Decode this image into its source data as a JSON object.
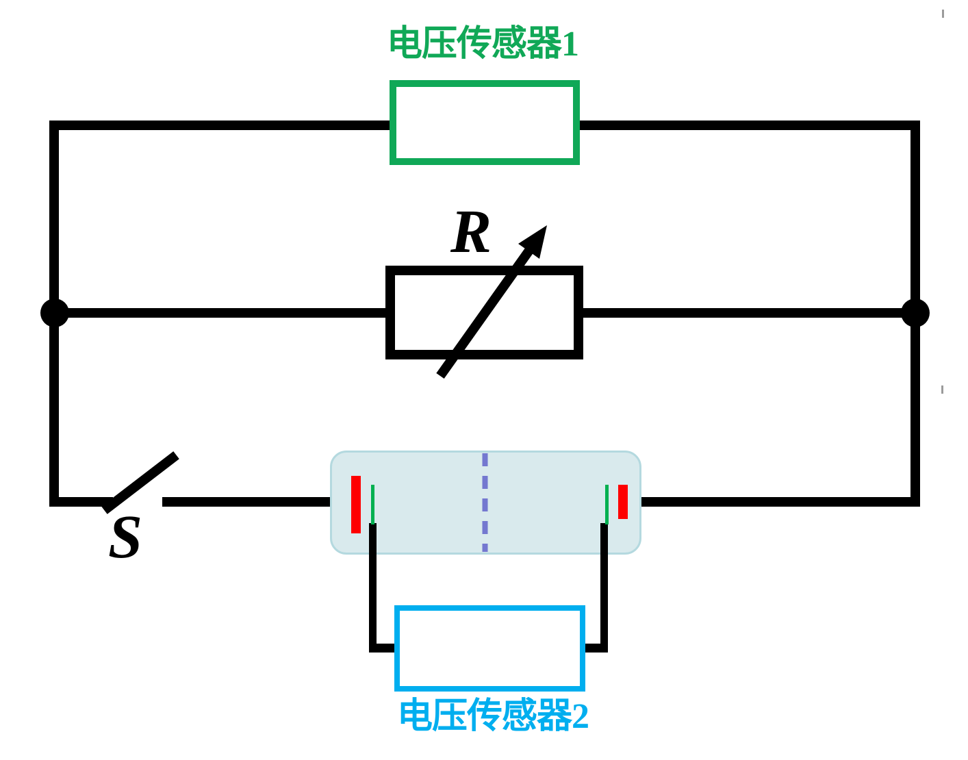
{
  "labels": {
    "sensor1": "电压传感器1",
    "sensor2": "电压传感器2",
    "resistor": "R",
    "switch": "S"
  },
  "colors": {
    "wire": "#000000",
    "sensor1_green": "#10a857",
    "sensor2_cyan": "#00aeef",
    "plate_red": "#fe0000",
    "lead_green": "#00b050",
    "membrane_purple": "#7478d0",
    "cell_fill": "#d9eaed",
    "cell_border": "#b4d9df"
  }
}
